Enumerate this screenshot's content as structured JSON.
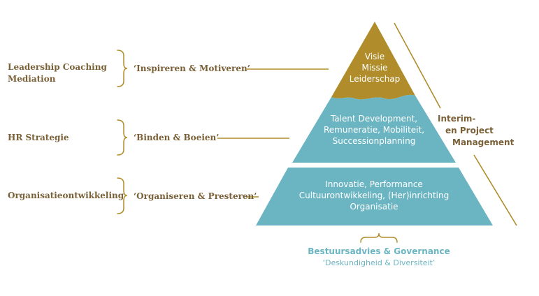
{
  "colors": {
    "gold": "#b08d2a",
    "teal": "#6bb5c3",
    "label_brown": "#7a6037",
    "white": "#ffffff"
  },
  "left_labels": {
    "top_line1": "Leadership Coaching",
    "top_line2": "Mediation",
    "middle": "HR Strategie",
    "bottom": "Organisatieontwikkeling"
  },
  "quotes": {
    "top": "‘Inspireren & Motiveren’",
    "middle": "‘Binden & Boeien’",
    "bottom": "‘Organiseren & Presteren’"
  },
  "pyramid": {
    "top": [
      "Visie",
      "Missie",
      "Leiderschap"
    ],
    "middle": [
      "Talent Development,",
      "Remuneratie, Mobiliteit,",
      "Successionplanning"
    ],
    "bottom": [
      "Innovatie, Performance",
      "Cultuurontwikkeling, (Her)inrichting",
      "Organisatie"
    ]
  },
  "side_label": [
    "Interim-",
    "en Project",
    "Management"
  ],
  "footer": {
    "title": "Bestuursadvies & Governance",
    "subtitle": "‘Deskundigheid & Diversiteit’"
  }
}
